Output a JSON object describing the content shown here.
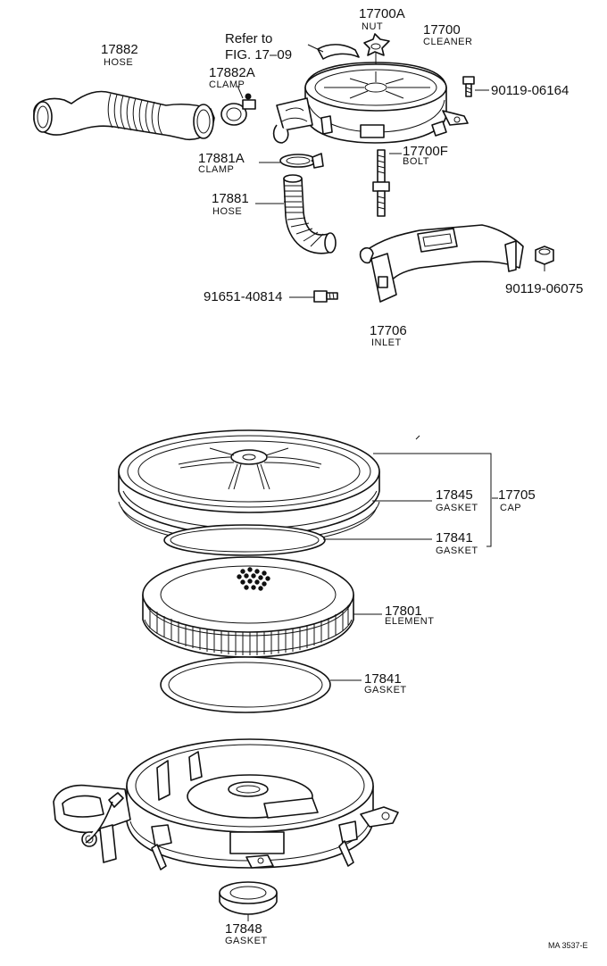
{
  "parts": {
    "nut": {
      "number": "17700A",
      "name": "NUT"
    },
    "cleaner": {
      "number": "17700",
      "name": "CLEANER"
    },
    "bolt_90119_06164": {
      "number": "90119-06164"
    },
    "hose_17882": {
      "number": "17882",
      "name": "HOSE"
    },
    "clamp_17882a": {
      "number": "17882A",
      "name": "CLAMP"
    },
    "clamp_17881a": {
      "number": "17881A",
      "name": "CLAMP"
    },
    "hose_17881": {
      "number": "17881",
      "name": "HOSE"
    },
    "bolt_17700f": {
      "number": "17700F",
      "name": "BOLT"
    },
    "bolt_91651": {
      "number": "91651-40814"
    },
    "nut_90119_06075": {
      "number": "90119-06075"
    },
    "inlet": {
      "number": "17706",
      "name": "INLET"
    },
    "gasket_17845": {
      "number": "17845",
      "name": "GASKET"
    },
    "cap": {
      "number": "17705",
      "name": "CAP"
    },
    "gasket_17841_upper": {
      "number": "17841",
      "name": "GASKET"
    },
    "element": {
      "number": "17801",
      "name": "ELEMENT"
    },
    "gasket_17841_lower": {
      "number": "17841",
      "name": "GASKET"
    },
    "gasket_17848": {
      "number": "17848",
      "name": "GASKET"
    }
  },
  "reference": {
    "line1": "Refer to",
    "line2": "FIG. 17–09"
  },
  "drawing_code": "MA 3537-E"
}
